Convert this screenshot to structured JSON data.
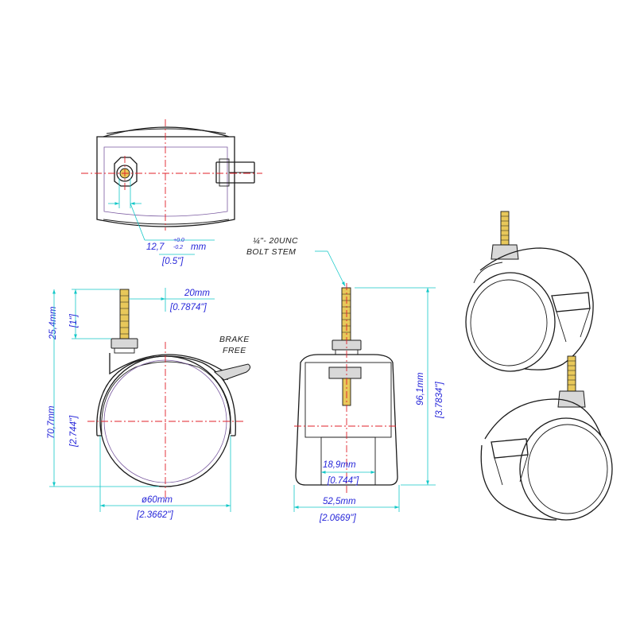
{
  "dimensions": {
    "bolt_hole": {
      "nominal": "12,7",
      "tol_upper": "+0.0",
      "tol_lower": "-0.2",
      "unit": "mm",
      "imperial": "[0.5\"]"
    },
    "stem_length": {
      "metric": "25,4mm",
      "imperial": "[1\"]"
    },
    "stem_offset": {
      "metric": "20mm",
      "imperial": "[0.7874\"]"
    },
    "wheel_height": {
      "metric": "70,7mm",
      "imperial": "[2.744\"]"
    },
    "wheel_diameter": {
      "metric": "ø60mm",
      "imperial": "[2.3662\"]"
    },
    "total_height": {
      "metric": "96,1mm",
      "imperial": "[3.7834\"]"
    },
    "inner_width": {
      "metric": "18,9mm",
      "imperial": "[0.744\"]"
    },
    "total_width": {
      "metric": "52,5mm",
      "imperial": "[2.0669\"]"
    }
  },
  "notes": {
    "brake": [
      "BRAKE",
      "FREE"
    ],
    "bolt_stem": [
      "¼\"- 20UNC",
      "BOLT STEM"
    ]
  },
  "colors": {
    "outline": "#1a1a1a",
    "centerline": "#e0202a",
    "dimension_line": "#13c8c8",
    "dimension_text": "#2626d9",
    "stem": "#e8c85a"
  }
}
